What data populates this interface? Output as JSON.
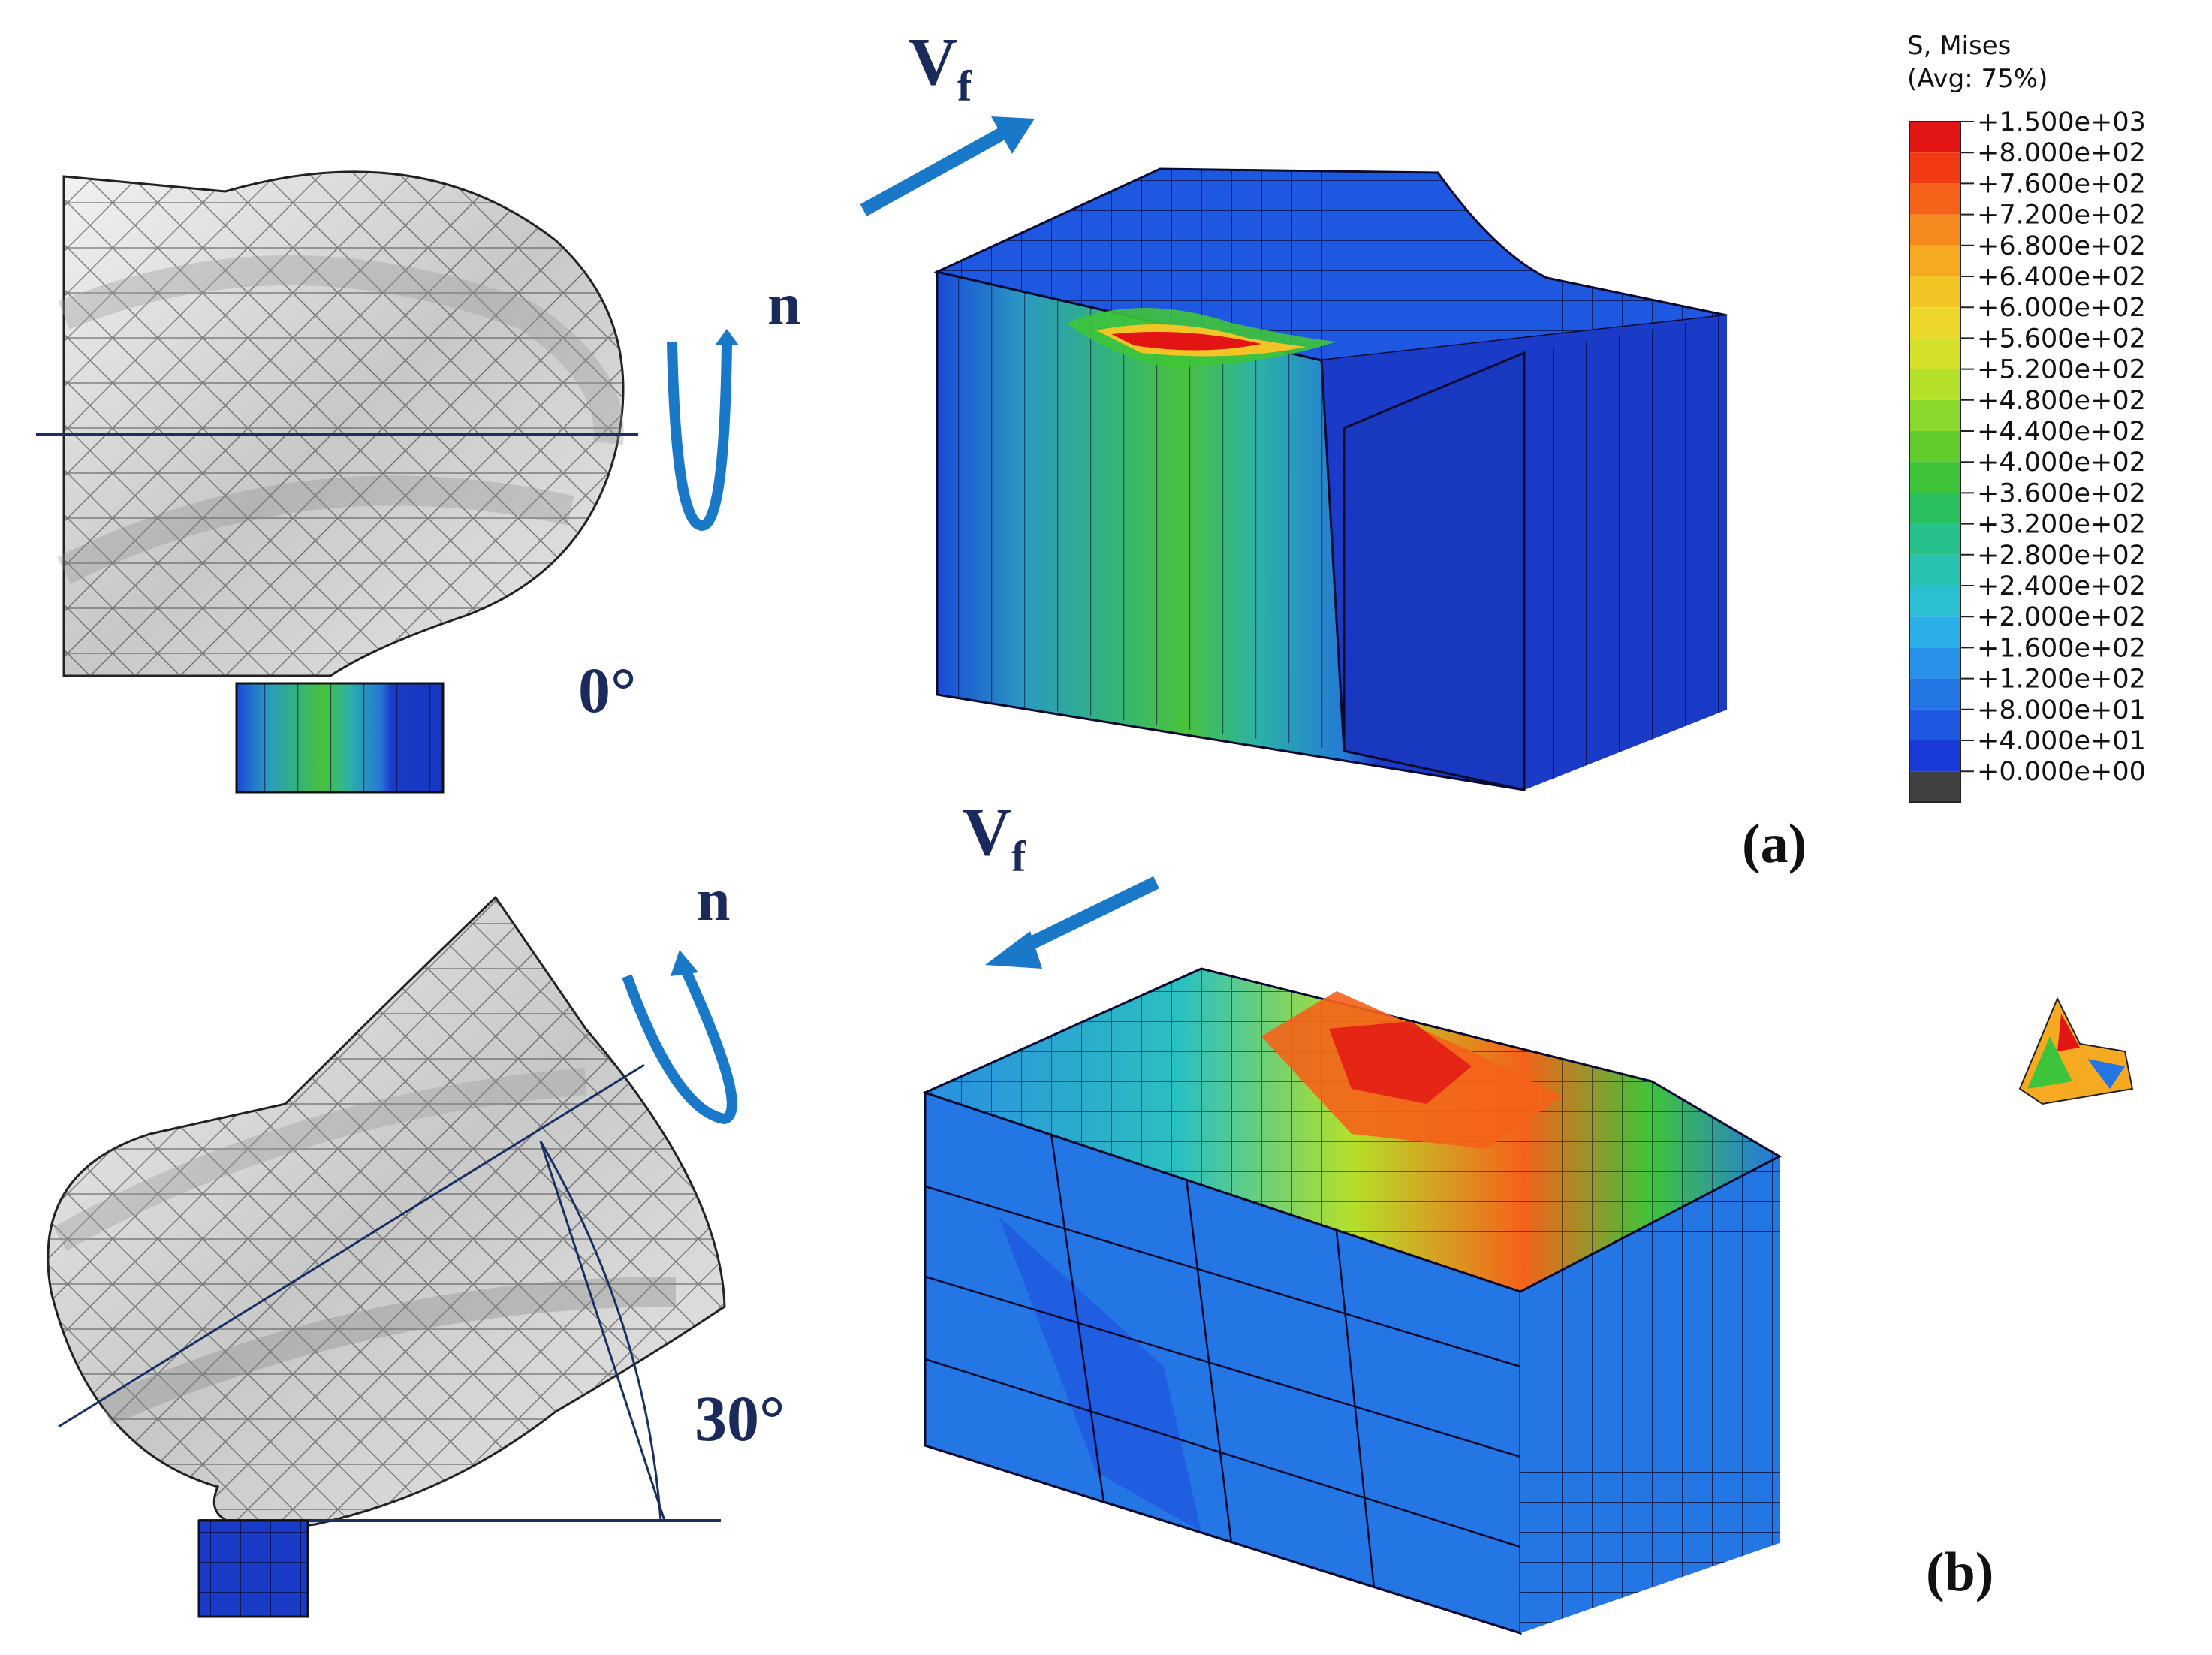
{
  "legend": {
    "title_line1": "S, Mises",
    "title_line2": "(Avg: 75%)",
    "values": [
      "+1.500e+03",
      "+8.000e+02",
      "+7.600e+02",
      "+7.200e+02",
      "+6.800e+02",
      "+6.400e+02",
      "+6.000e+02",
      "+5.600e+02",
      "+5.200e+02",
      "+4.800e+02",
      "+4.400e+02",
      "+4.000e+02",
      "+3.600e+02",
      "+3.200e+02",
      "+2.800e+02",
      "+2.400e+02",
      "+2.000e+02",
      "+1.600e+02",
      "+1.200e+02",
      "+8.000e+01",
      "+4.000e+01",
      "+0.000e+00"
    ],
    "colors": [
      "#e21414",
      "#f23a14",
      "#f5621a",
      "#f58a1e",
      "#f5aa22",
      "#f2c426",
      "#ecd82a",
      "#d4e02a",
      "#b4e02a",
      "#8ad82c",
      "#62cc2e",
      "#3ec43a",
      "#2abf5e",
      "#26c08a",
      "#28c3b0",
      "#2ac0d2",
      "#2aaee6",
      "#2892e8",
      "#2476e4",
      "#1e58e0",
      "#1a3ad8",
      "#404040"
    ]
  },
  "panel_a": {
    "velocity_label": "V",
    "velocity_sub": "f",
    "rotation_label": "n",
    "angle_label": "0°",
    "panel_label": "(a)"
  },
  "panel_b": {
    "velocity_label": "V",
    "velocity_sub": "f",
    "rotation_label": "n",
    "angle_label": "30°",
    "panel_label": "(b)"
  }
}
